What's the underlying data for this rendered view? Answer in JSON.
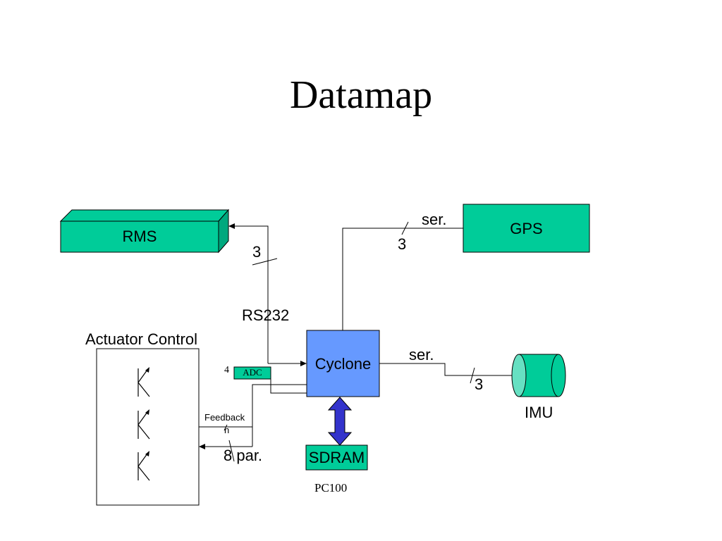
{
  "title": "Datamap",
  "blocks": {
    "rms": "RMS",
    "gps": "GPS",
    "cyclone": "Cyclone",
    "sdram": "SDRAM",
    "imu": "IMU",
    "adc": "ADC",
    "actuator_control": "Actuator Control"
  },
  "labels": {
    "rs232": "RS232",
    "rms_bus_width": "3",
    "gps_link": "ser.",
    "gps_bus_width": "3",
    "imu_link": "ser.",
    "imu_bus_width": "3",
    "adc_bus_width": "4",
    "feedback": "Feedback",
    "feedback_n": "n",
    "parallel": "8 par.",
    "sdram_type": "PC100"
  },
  "colors": {
    "block_fill": "#00cc99",
    "block_side": "#00a87e",
    "imu_face": "#66e0c2",
    "cyclone_fill": "#6699ff",
    "sdram_arrow": "#3333cc",
    "line": "#000000"
  }
}
